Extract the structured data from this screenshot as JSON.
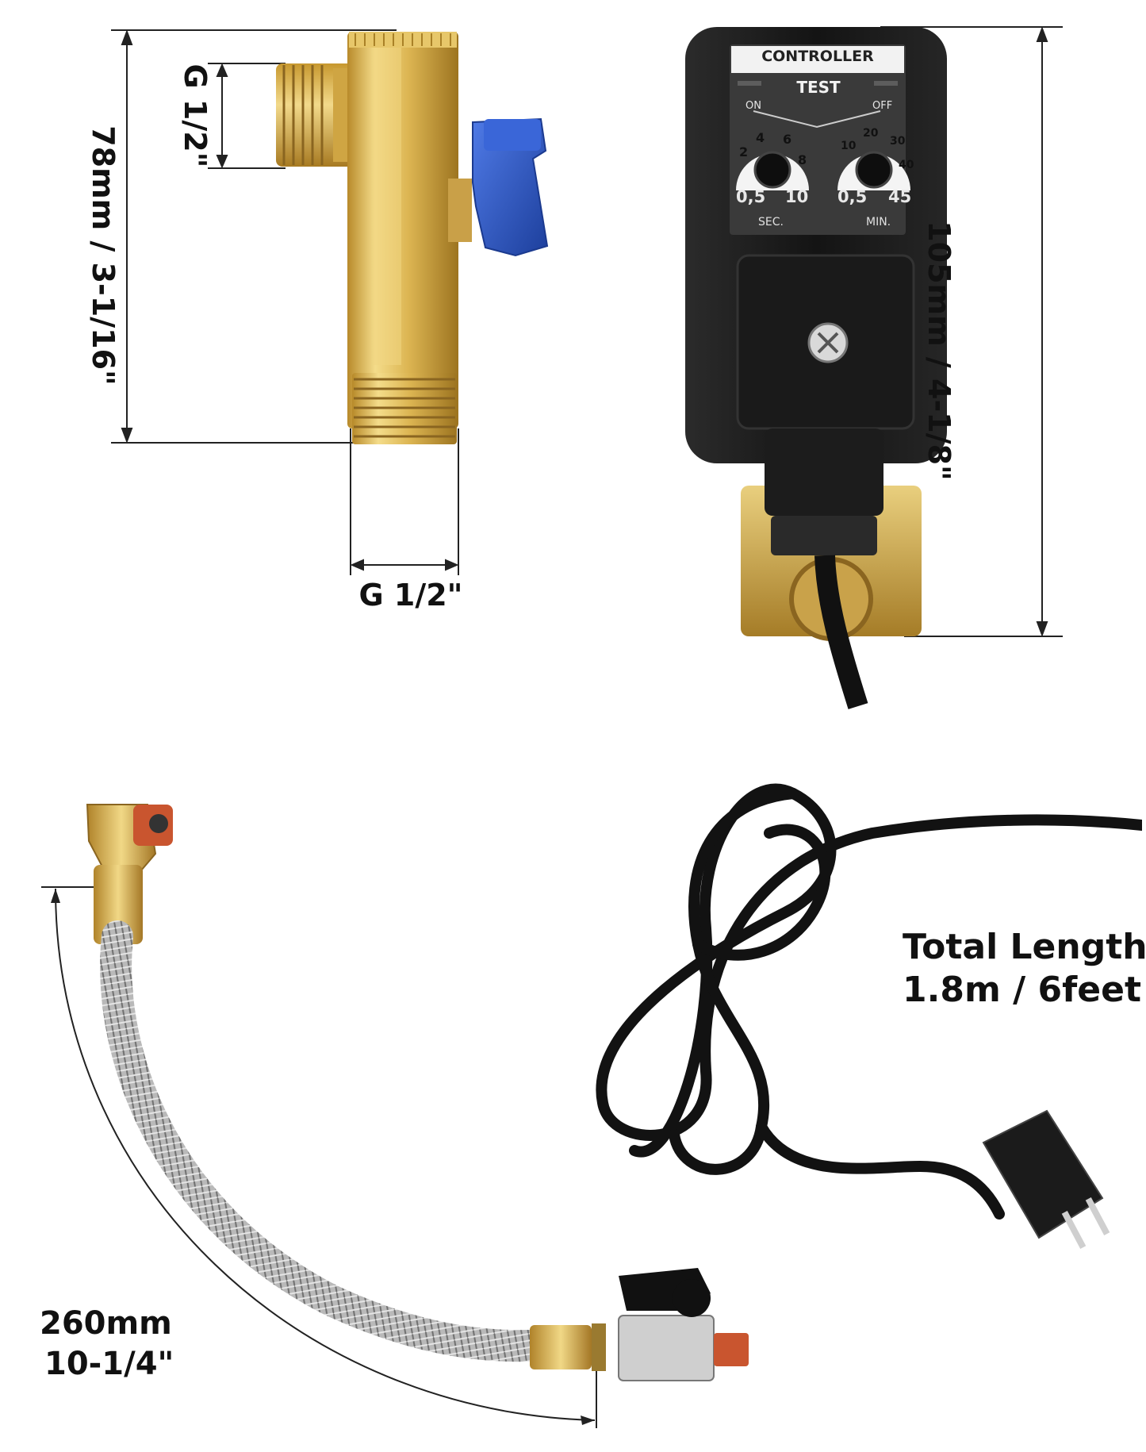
{
  "panels": {
    "brass_valve": {
      "height_label": "78mm / 3-1/16\"",
      "top_thread_label": "G 1/2\"",
      "bottom_thread_label": "G 1/2\""
    },
    "controller": {
      "height_label": "105mm / 4-1/8\"",
      "title": "CONTROLLER",
      "test_label": "TEST",
      "on_label": "ON",
      "off_label": "OFF",
      "sec_dial": {
        "numbers": [
          "2",
          "4",
          "6",
          "8"
        ],
        "min": "0,5",
        "max": "10",
        "unit": "SEC."
      },
      "min_dial": {
        "numbers": [
          "10",
          "20",
          "30",
          "40"
        ],
        "min": "0,5",
        "max": "45",
        "unit": "MIN."
      }
    },
    "hose": {
      "length_mm": "260mm",
      "length_in": "10-1/4\""
    },
    "power_cord": {
      "line1": "Total Length",
      "line2": "1.8m / 6feet"
    }
  },
  "colors": {
    "brass": "#d9b040",
    "brass_dark": "#a7802a",
    "valve_handle": "#2f5bd0",
    "controller_body": "#1b1b1b",
    "cord": "#111111"
  }
}
